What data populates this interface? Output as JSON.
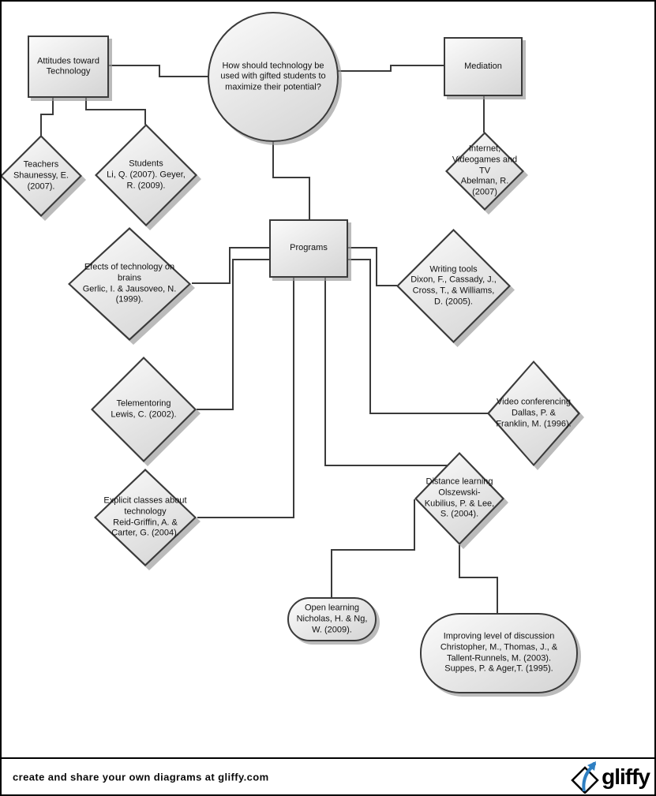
{
  "colors": {
    "shape_stroke": "#3a3a3a",
    "shape_fill_light": "#fbfbfb",
    "shape_fill_dark": "#d4d4d4",
    "shadow": "#969696",
    "logo_blue": "#2e7fc2"
  },
  "nodes": {
    "attitudes": {
      "label": "Attitudes toward\nTechnology"
    },
    "central_question": {
      "label": "How should technology be\nused with gifted students to\nmaximize their potential?"
    },
    "mediation": {
      "label": "Mediation"
    },
    "teachers": {
      "label": "Teachers\nShaunessy, E.\n(2007)."
    },
    "students": {
      "label": "Students\nLi, Q. (2007).  Geyer,\nR. (2009)."
    },
    "internet_videogames_tv": {
      "label": "Internet,\nVideogames and\nTV\nAbelman, R.\n(2007)"
    },
    "programs": {
      "label": "Programs"
    },
    "effects_brains": {
      "label": "Efects of technology on\nbrains\nGerlic, I. & Jausoveo, N.\n(1999)."
    },
    "writing_tools": {
      "label": "Writing tools\nDixon, F., Cassady, J.,\nCross, T., & Williams,\nD.  (2005)."
    },
    "telementoring": {
      "label": "Telementoring\nLewis, C. (2002)."
    },
    "video_conferencing": {
      "label": "Video conferencing\nDallas, P. &\nFranklin, M. (1996)."
    },
    "explicit_classes": {
      "label": "Explicit classes about\ntechnology\nReid-Griffin, A. &\nCarter, G. (2004)."
    },
    "distance_learning": {
      "label": "Distance learning\nOlszewski-\nKubilius, P. & Lee,\nS. (2004)."
    },
    "open_learning": {
      "label": "Open learning\nNicholas, H. & Ng,\nW. (2009)."
    },
    "improving_discussion": {
      "label": "Improving level of discussion\nChristopher, M., Thomas, J., &\nTallent-Runnels, M. (2003).\nSuppes, P. & Ager,T.  (1995)."
    }
  },
  "footer": {
    "tagline": "create and share your own diagrams at gliffy.com",
    "brand": "gliffy"
  }
}
